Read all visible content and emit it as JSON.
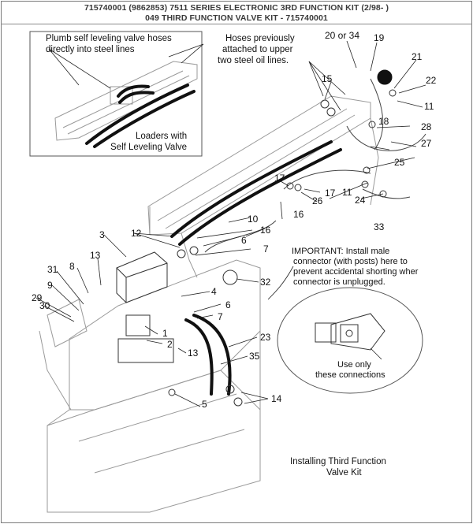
{
  "header": {
    "line1": "715740001 (9862853) 7511 SERIES ELECTRONIC 3RD FUNCTION KIT (2/98- )",
    "line2": "049 THIRD FUNCTION VALVE KIT - 715740001"
  },
  "callouts": {
    "plumb": [
      "Plumb self leveling valve hoses",
      "directly into steel lines"
    ],
    "hoses_prev": [
      "Hoses previously",
      "attached to upper",
      "two steel oil lines."
    ],
    "loaders": [
      "Loaders with",
      "Self Leveling Valve"
    ],
    "important": [
      "IMPORTANT: Install male",
      "connector (with posts) here to",
      "prevent accidental shorting wher",
      "connector is unplugged."
    ],
    "use_only": [
      "Use only",
      "these connections"
    ],
    "caption": [
      "Installing Third Function",
      "Valve Kit"
    ]
  },
  "part_numbers": {
    "p20or34": "20 or 34",
    "p19": "19",
    "p21": "21",
    "p22": "22",
    "p11a": "11",
    "p18": "18",
    "p28": "28",
    "p27": "27",
    "p15": "15",
    "p25": "25",
    "p17a": "17",
    "p17b": "17",
    "p26": "26",
    "p11b": "11",
    "p24": "24",
    "p10": "10",
    "p16a": "16",
    "p16b": "16",
    "p33": "33",
    "p12": "12",
    "p3": "3",
    "p6a": "6",
    "p7a": "7",
    "p13a": "13",
    "p8": "8",
    "p31": "31",
    "p9": "9",
    "p29": "29",
    "p30": "30",
    "p32": "32",
    "p4": "4",
    "p6b": "6",
    "p7b": "7",
    "p1": "1",
    "p2": "2",
    "p13b": "13",
    "p23": "23",
    "p35": "35",
    "p14": "14",
    "p5": "5"
  }
}
